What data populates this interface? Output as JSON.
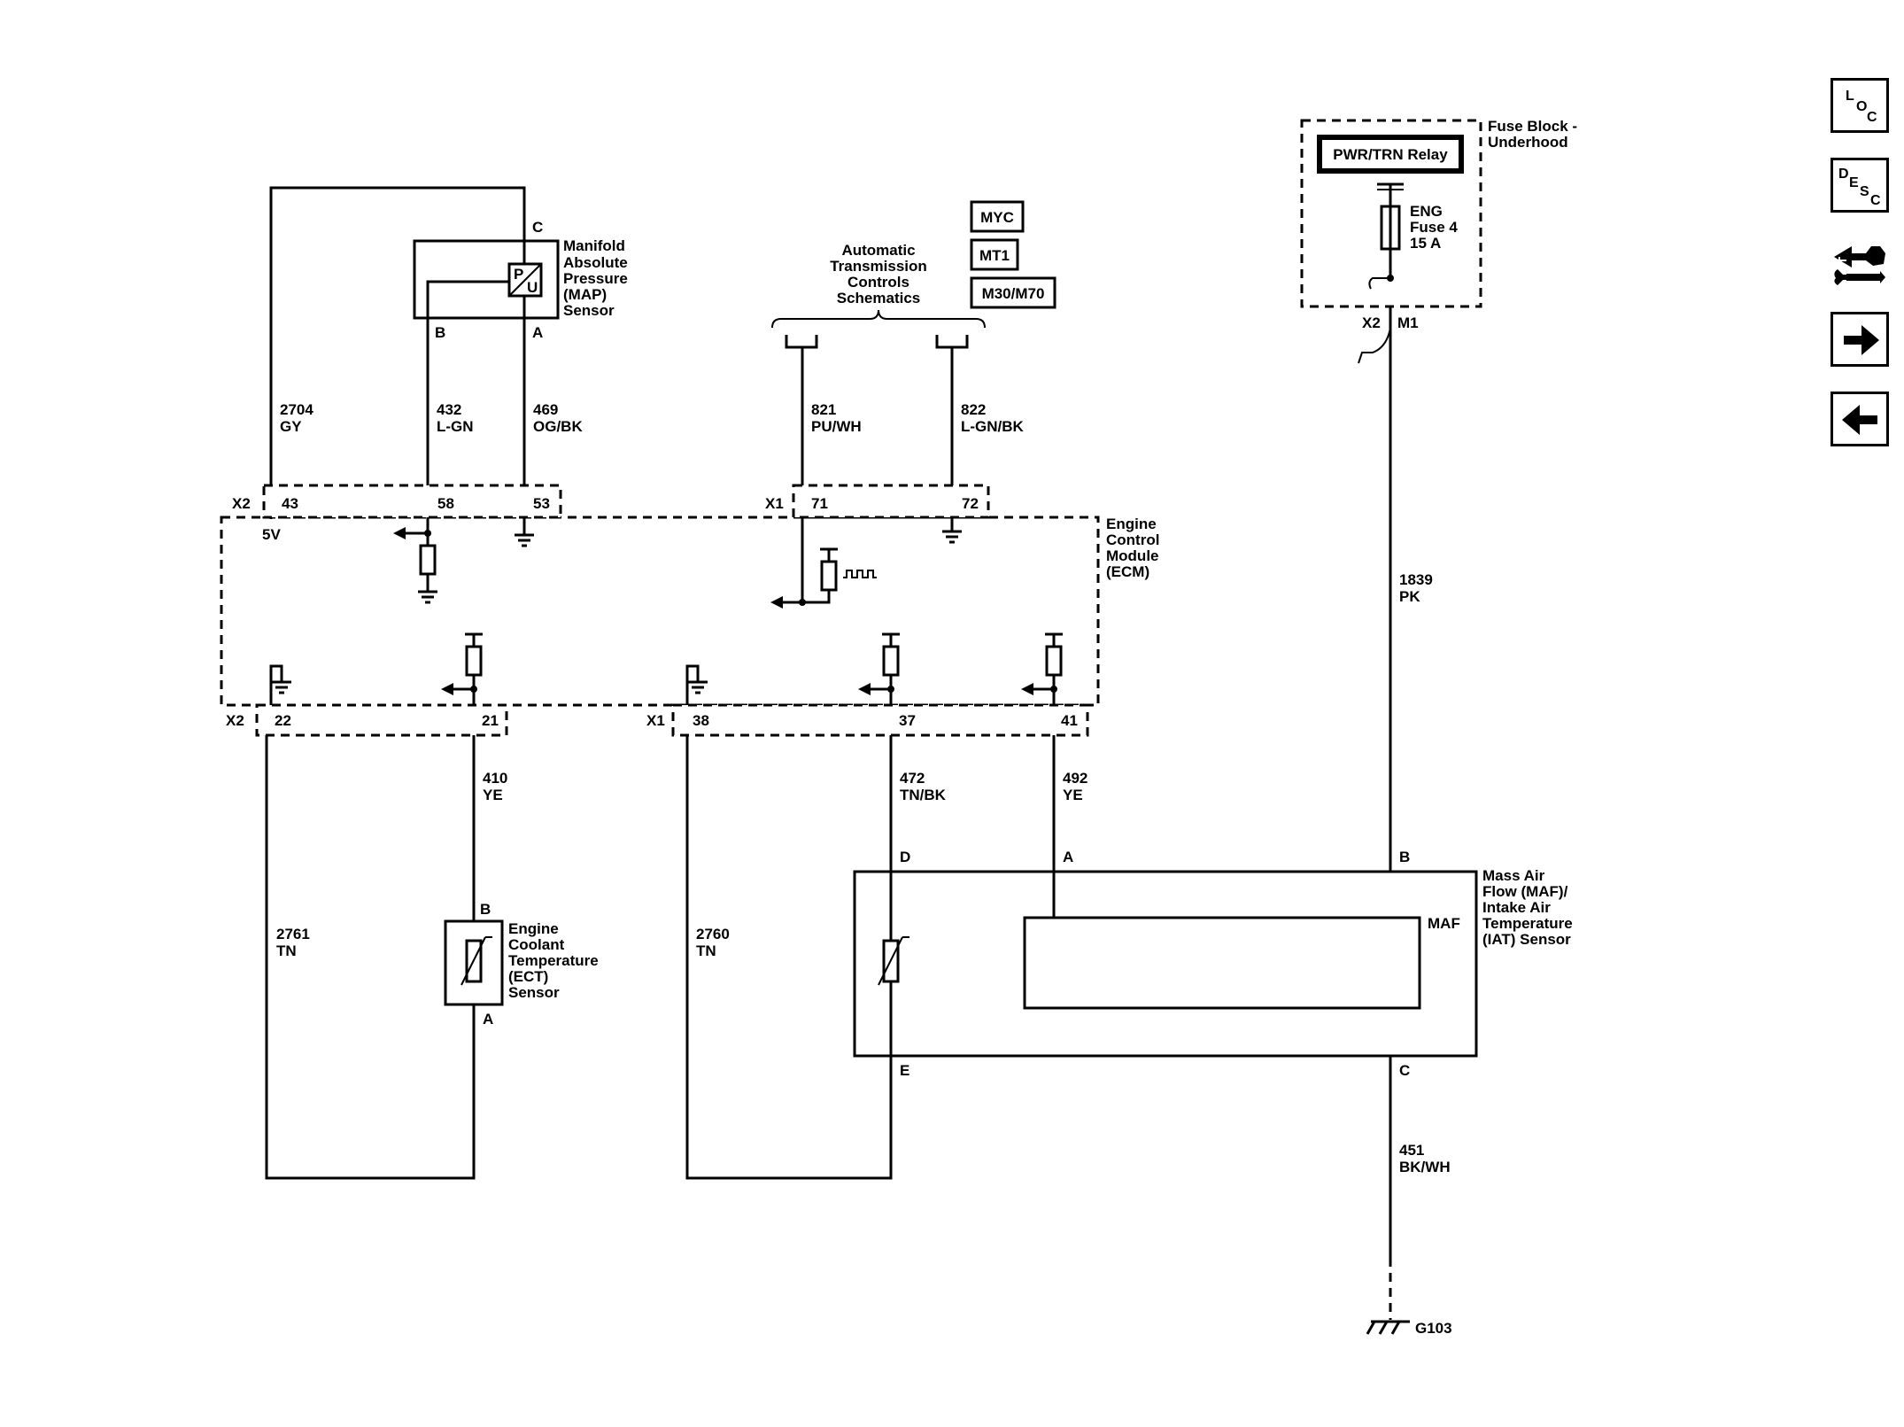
{
  "modules": {
    "map_sensor": [
      "Manifold",
      "Absolute",
      "Pressure",
      "(MAP)",
      "Sensor"
    ],
    "ect_sensor": [
      "Engine",
      "Coolant",
      "Temperature",
      "(ECT)",
      "Sensor"
    ],
    "ecm": [
      "Engine",
      "Control",
      "Module",
      "(ECM)"
    ],
    "maf_sensor": [
      "Mass Air",
      "Flow (MAF)/",
      "Intake Air",
      "Temperature",
      "(IAT) Sensor"
    ],
    "maf_label": "MAF",
    "fuse_block": [
      "Fuse Block -",
      "Underhood"
    ],
    "relay": "PWR/TRN Relay",
    "fuse": [
      "ENG",
      "Fuse 4",
      "15 A"
    ],
    "trans_ref": [
      "Automatic",
      "Transmission",
      "Controls",
      "Schematics"
    ],
    "options": [
      "MYC",
      "MT1",
      "M30/M70"
    ],
    "ground": "G103",
    "voltage_ref": "5V"
  },
  "connectors": {
    "x1": "X1",
    "x2": "X2",
    "m1": "M1"
  },
  "pins": {
    "map_c": "C",
    "map_b": "B",
    "map_a": "A",
    "x2_43": "43",
    "x2_58": "58",
    "x2_53": "53",
    "x1_71": "71",
    "x1_72": "72",
    "x2_22": "22",
    "x2_21": "21",
    "x1_38": "38",
    "x1_37": "37",
    "x1_41": "41",
    "ect_b": "B",
    "ect_a": "A",
    "maf_d": "D",
    "maf_a": "A",
    "maf_b": "B",
    "maf_e": "E",
    "maf_c": "C"
  },
  "wires": {
    "w2704": [
      "2704",
      "GY"
    ],
    "w432": [
      "432",
      "L-GN"
    ],
    "w469": [
      "469",
      "OG/BK"
    ],
    "w821": [
      "821",
      "PU/WH"
    ],
    "w822": [
      "822",
      "L-GN/BK"
    ],
    "w1839": [
      "1839",
      "PK"
    ],
    "w410": [
      "410",
      "YE"
    ],
    "w472": [
      "472",
      "TN/BK"
    ],
    "w492": [
      "492",
      "YE"
    ],
    "w2761": [
      "2761",
      "TN"
    ],
    "w2760": [
      "2760",
      "TN"
    ],
    "w451": [
      "451",
      "BK/WH"
    ]
  },
  "nav": {
    "loc": [
      "L",
      "O",
      "C"
    ],
    "desc": [
      "D",
      "E",
      "S",
      "C"
    ],
    "icons": [
      "connector-wrench-icon",
      "arrow-right-icon",
      "arrow-left-icon"
    ]
  }
}
